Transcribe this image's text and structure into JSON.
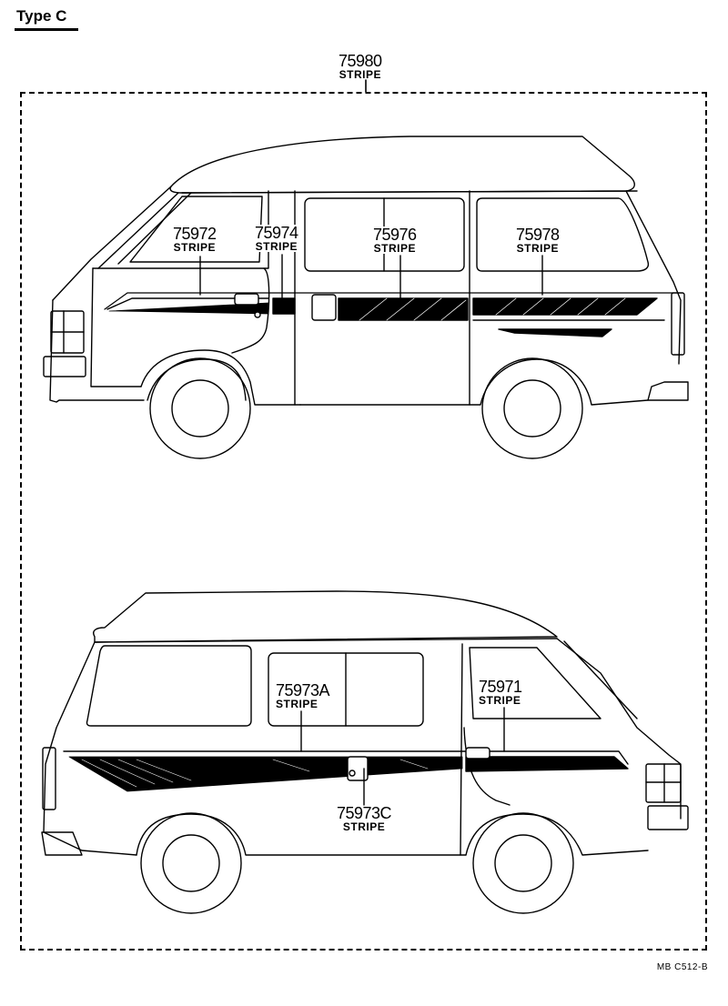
{
  "header": {
    "title": "Type C"
  },
  "callouts": {
    "c75980": {
      "part": "75980",
      "label": "STRIPE"
    },
    "c75972": {
      "part": "75972",
      "label": "STRIPE"
    },
    "c75974": {
      "part": "75974",
      "label": "STRIPE"
    },
    "c75976": {
      "part": "75976",
      "label": "STRIPE"
    },
    "c75978": {
      "part": "75978",
      "label": "STRIPE"
    },
    "c75973A": {
      "part": "75973A",
      "label": "STRIPE"
    },
    "c75971": {
      "part": "75971",
      "label": "STRIPE"
    },
    "c75973C": {
      "part": "75973C",
      "label": "STRIPE"
    }
  },
  "views": [
    {
      "name": "left-side-view",
      "parts": [
        "75972",
        "75974",
        "75976",
        "75978"
      ]
    },
    {
      "name": "right-side-view",
      "parts": [
        "75973A",
        "75973C",
        "75971"
      ]
    }
  ],
  "footer": {
    "reference": "MB  C512-B"
  }
}
